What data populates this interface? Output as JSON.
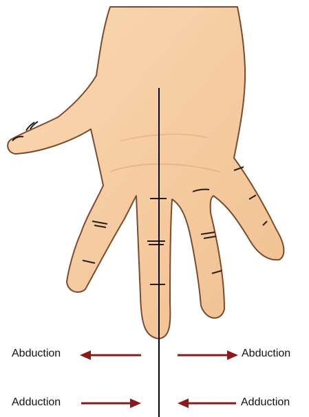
{
  "labels": {
    "abduction_left": "Abduction",
    "abduction_right": "Abduction",
    "adduction_left": "Adduction",
    "adduction_right": "Adduction"
  },
  "colors": {
    "skin": "#f7cfa3",
    "skin_shadow": "#e9b487",
    "outline": "#7a4a2c",
    "crease": "#2a1a10",
    "axis": "#000000",
    "arrow": "#8b1a1a",
    "label_text": "#111111"
  },
  "icons": {
    "hand": "hand-dorsal-illustration",
    "arrow": "arrow-line"
  }
}
